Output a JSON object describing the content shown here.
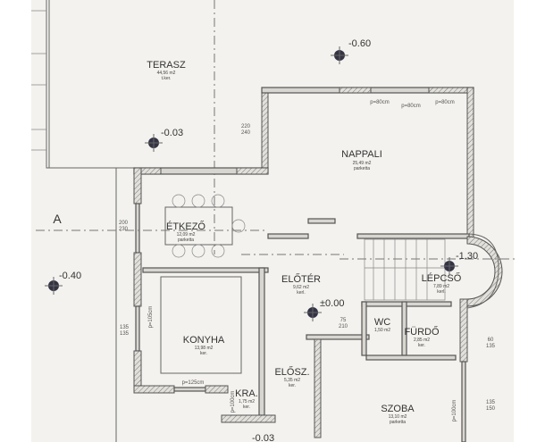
{
  "section_mark": "A",
  "rooms": {
    "terasz": {
      "name": "TERASZ",
      "area": "44,56 m2",
      "floor": "t.ker."
    },
    "nappali": {
      "name": "NAPPALI",
      "area": "25,49 m2",
      "floor": "parketta"
    },
    "etkezo": {
      "name": "ÉTKEZŐ",
      "area": "12,09 m2",
      "floor": "parketta"
    },
    "eloter": {
      "name": "ELŐTÉR",
      "area": "9,62 m2",
      "floor": "kerl."
    },
    "lepcso": {
      "name": "LÉPCSŐ",
      "area": "7,89 m2",
      "floor": "kerl."
    },
    "wc": {
      "name": "WC",
      "area": "1,50 m2"
    },
    "furdo": {
      "name": "FÜRDŐ",
      "area": "2,85 m2",
      "floor": "ker."
    },
    "konyha": {
      "name": "KONYHA",
      "area": "13,98 m2",
      "floor": "ker."
    },
    "kamra": {
      "name": "KRA.",
      "area": "1,75 m2",
      "floor": "ker."
    },
    "elosz": {
      "name": "ELŐSZ.",
      "area": "5,35 m2",
      "floor": "ker."
    },
    "szoba": {
      "name": "SZOBA",
      "area": "13,10 m2",
      "floor": "parketta"
    }
  },
  "levels": {
    "top": "-0.60",
    "terrace": "-0.03",
    "outside": "-0.40",
    "entry": "±0.00",
    "stairs": "-1.30",
    "bottom": "-0.03"
  },
  "dimensions": {
    "terrace_door": [
      "220",
      "240"
    ],
    "dining_window": [
      "200",
      "230"
    ],
    "wc_door": [
      "75",
      "210"
    ],
    "bath_window": [
      "60",
      "135"
    ],
    "room_window": [
      "135",
      "150"
    ],
    "kitchen_window": [
      "135",
      "135"
    ],
    "window_width_80": "p=80cm",
    "window_width_125": "p=125cm",
    "window_width_100": "p=100cm",
    "window_width_105": "p=105cm"
  }
}
